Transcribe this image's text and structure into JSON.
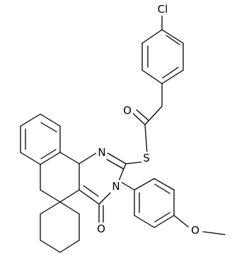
{
  "molecule": {
    "atoms": {
      "cl": "Cl",
      "o_thioester": "O",
      "s": "S",
      "n1": "N",
      "n3": "N",
      "o_ketone": "O",
      "o_methoxy": "O"
    },
    "colors": {
      "bond": "#000000",
      "label": "#000000",
      "background": "#ffffff"
    }
  }
}
